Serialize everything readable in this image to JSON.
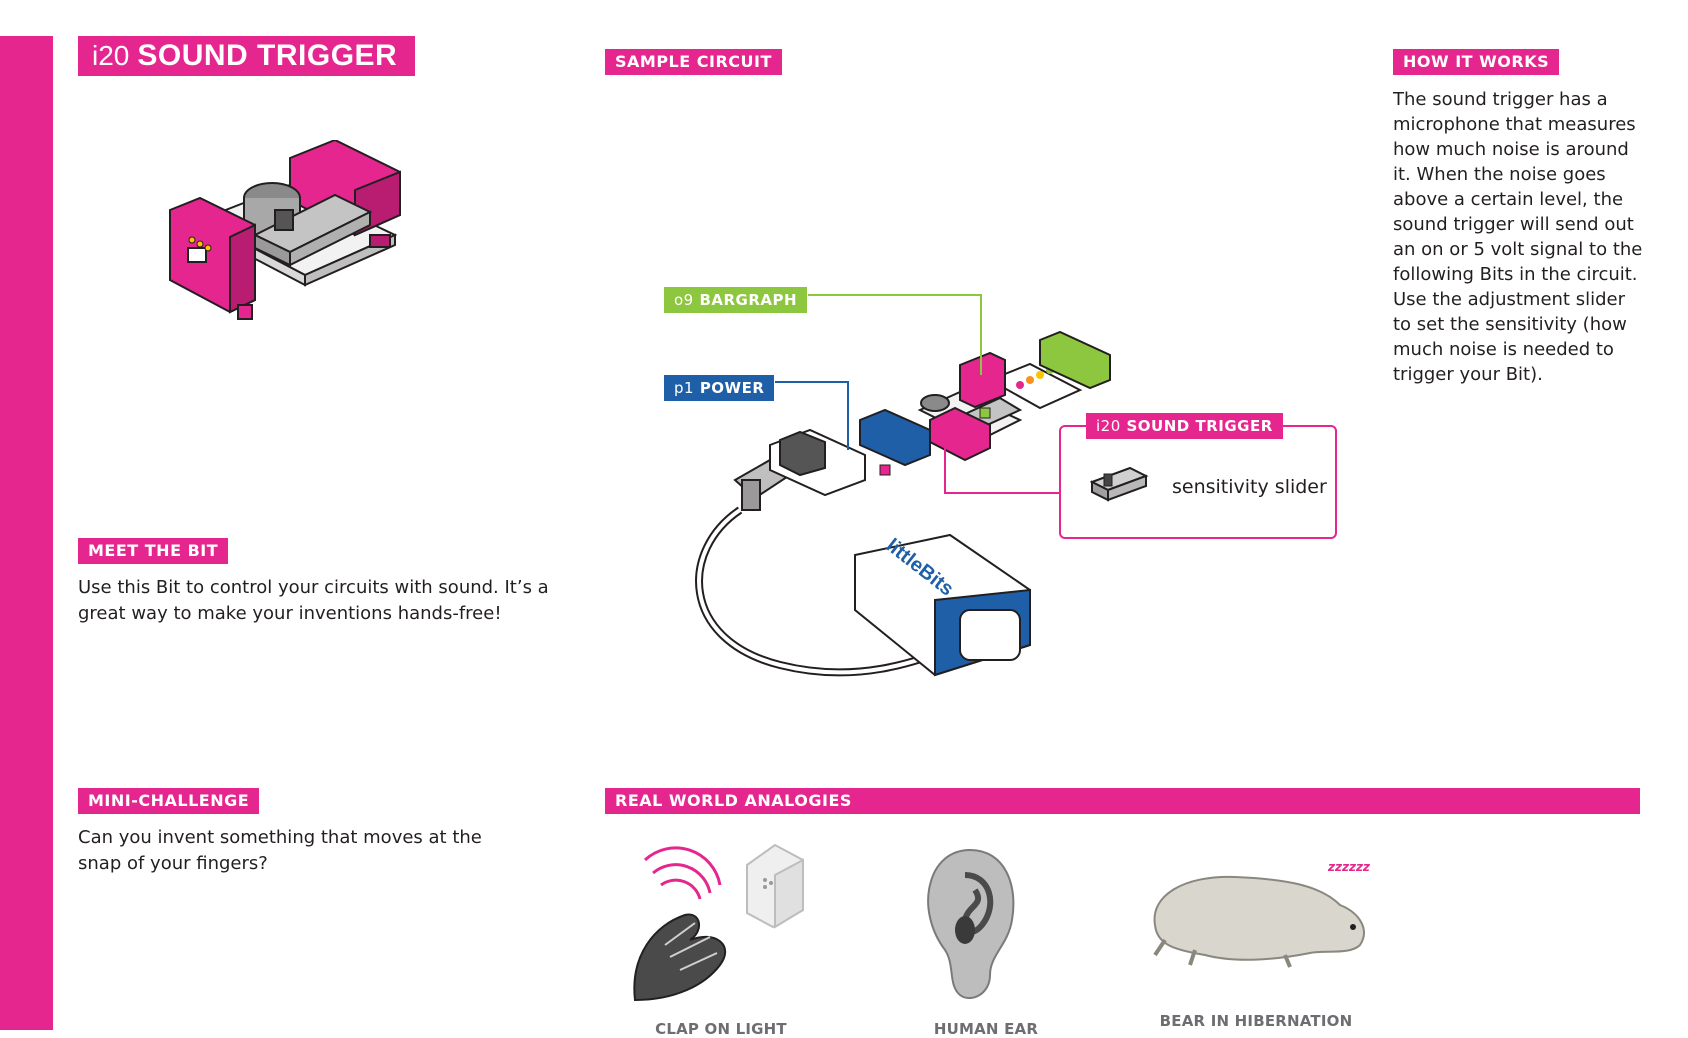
{
  "title": {
    "code": "i20",
    "name": "SOUND TRIGGER"
  },
  "sections": {
    "sample_circuit": "SAMPLE CIRCUIT",
    "how_it_works": "HOW IT WORKS",
    "meet_the_bit": "MEET THE BIT",
    "mini_challenge": "MINI-CHALLENGE",
    "real_world": "REAL WORLD ANALOGIES"
  },
  "how_it_works_text": "The sound trigger has a microphone that measures how much noise is around it. When the noise goes above a certain level, the sound trigger will send out an on or 5 volt signal to the following Bits in the circuit. Use the adjustment slider to set the sensitivity (how much noise is needed to trigger your Bit).",
  "meet_the_bit_text": "Use this Bit to control your circuits with sound. It’s a great way to make your inventions hands-free!",
  "mini_challenge_text": "Can you invent something that moves at the snap of your fingers?",
  "circuit_labels": {
    "bargraph": {
      "code": "o9",
      "name": "BARGRAPH",
      "color": "#8dc63f"
    },
    "power": {
      "code": "p1",
      "name": "POWER",
      "color": "#1f5fa8"
    },
    "sound_trigger": {
      "code": "i20",
      "name": "SOUND TRIGGER",
      "color": "#e5268f"
    }
  },
  "battery_brand": "littleBits",
  "callout_text": "sensitivity slider",
  "analogies": [
    {
      "caption": "CLAP ON LIGHT"
    },
    {
      "caption": "HUMAN EAR"
    },
    {
      "caption": "BEAR IN HIBERNATION"
    }
  ],
  "zzz": "zzzzzz",
  "colors": {
    "accent": "#e5268f",
    "power": "#1f5fa8",
    "output": "#8dc63f"
  }
}
